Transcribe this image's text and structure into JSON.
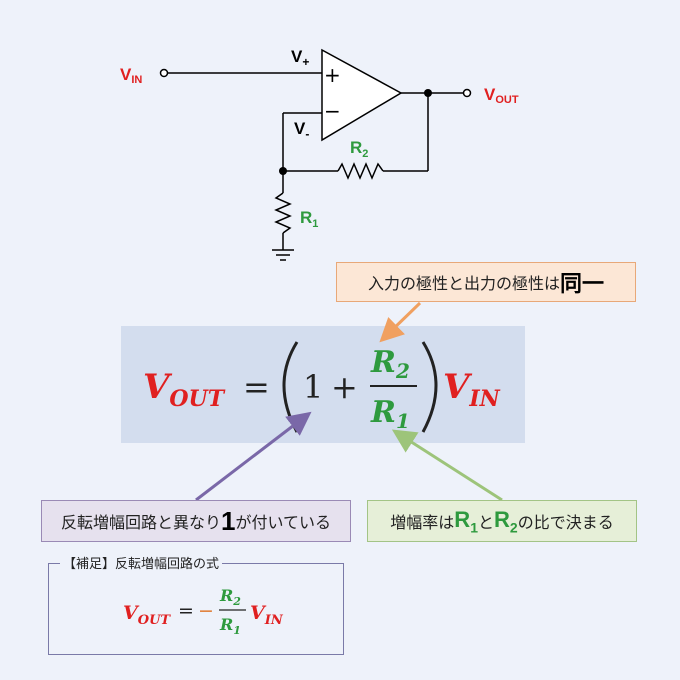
{
  "circuit": {
    "vin_label": "V",
    "vin_sub": "IN",
    "vout_label": "V",
    "vout_sub": "OUT",
    "vplus_label": "V",
    "vplus_sub": "+",
    "vminus_label": "V",
    "vminus_sub": "-",
    "plus_sign": "+",
    "minus_sign": "−",
    "r2_label": "R",
    "r2_sub": "2",
    "r1_label": "R",
    "r1_sub": "1"
  },
  "callouts": {
    "same_polarity": {
      "text": "入力の極性と出力の極性は",
      "bold": "同一"
    },
    "plus_one": {
      "text_before": "反転増幅回路と異なり",
      "bold": "1",
      "text_after": "が付いている"
    },
    "gain": {
      "text_before": "増幅率は",
      "r1": "R",
      "r1_sub": "1",
      "mid": "と",
      "r2": "R",
      "r2_sub": "2",
      "text_after": "の比で決まる"
    }
  },
  "main_formula": {
    "lhs": "V",
    "lhs_sub": "OUT",
    "equals": "=",
    "one": "1",
    "plus": "+",
    "num": "R",
    "num_sub": "2",
    "den": "R",
    "den_sub": "1",
    "rhs": "V",
    "rhs_sub": "IN"
  },
  "supplement": {
    "label": "【補足】反転増幅回路の式",
    "lhs": "V",
    "lhs_sub": "OUT",
    "equals": "=",
    "minus": "−",
    "num": "R",
    "num_sub": "2",
    "den": "R",
    "den_sub": "1",
    "rhs": "V",
    "rhs_sub": "IN"
  },
  "colors": {
    "red": "#e02020",
    "green": "#2e9a3e",
    "orange_arrow": "#f0a060",
    "purple_arrow": "#7a68a8",
    "green_arrow": "#9dc47a"
  }
}
